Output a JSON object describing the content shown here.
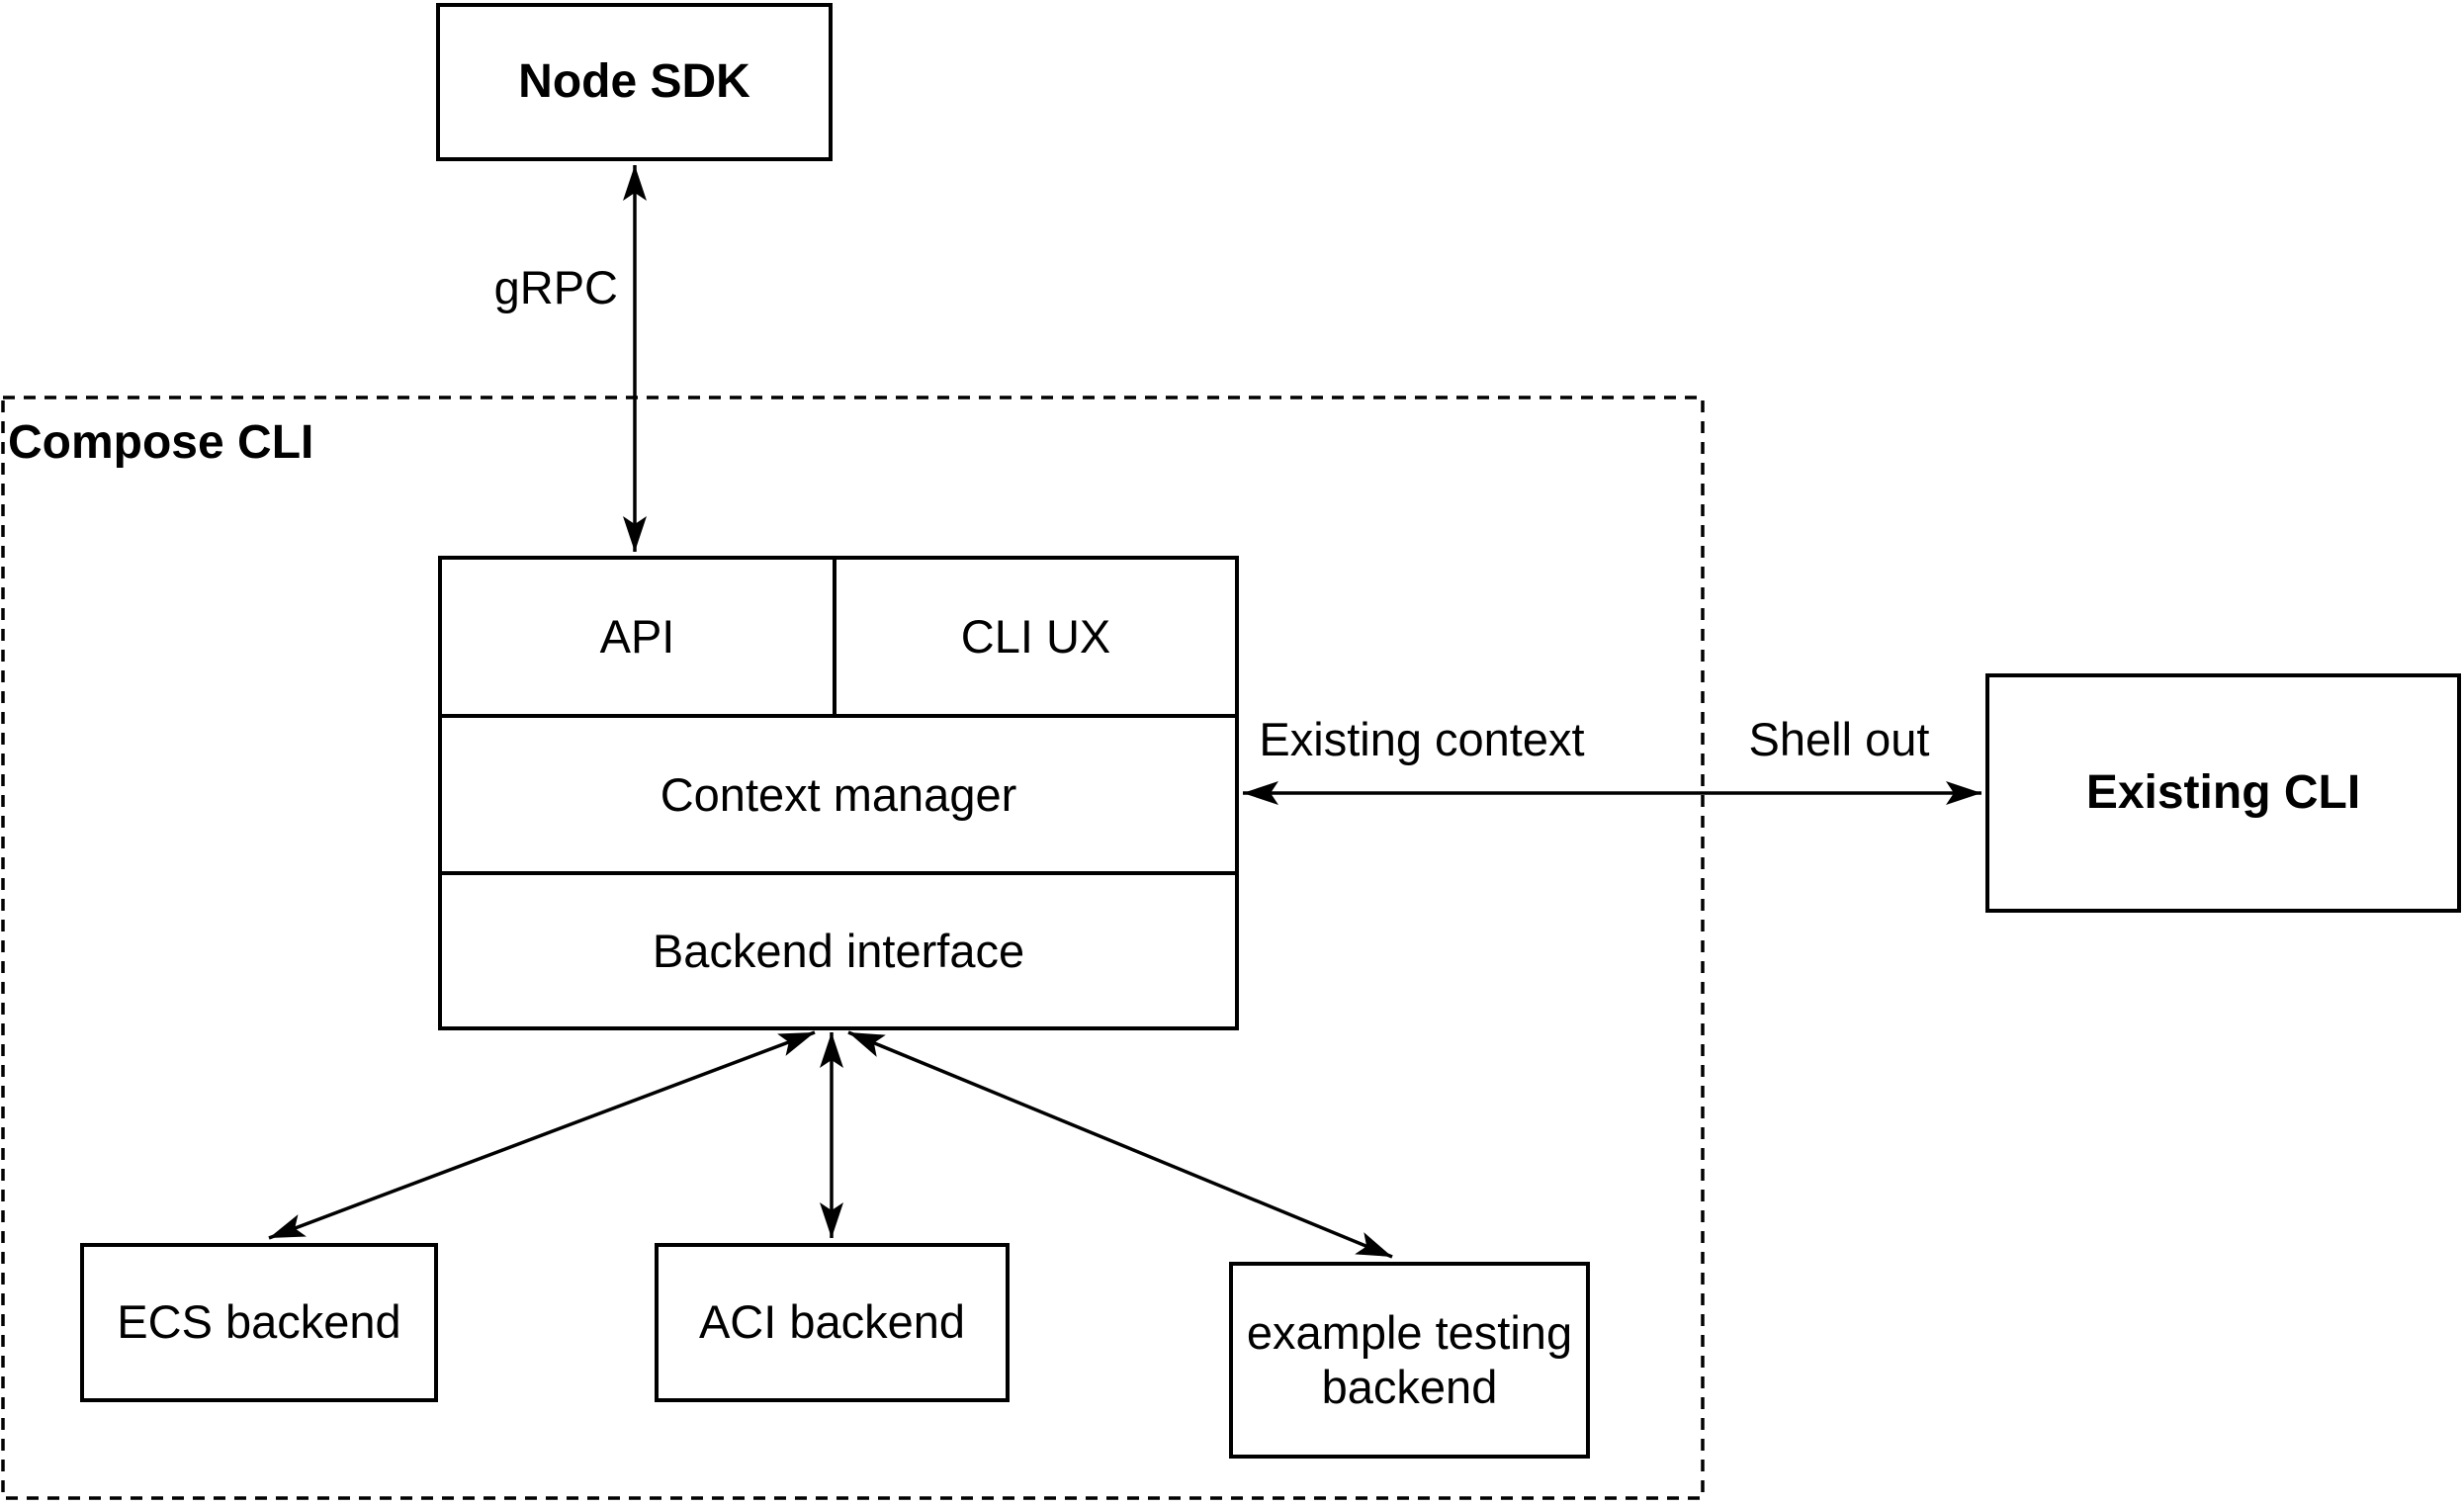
{
  "diagram": {
    "type": "architecture-diagram",
    "colors": {
      "stroke": "#000000",
      "background": "#ffffff",
      "text": "#000000"
    }
  },
  "nodes": {
    "node_sdk": {
      "label": "Node SDK"
    },
    "compose_cli_container": {
      "label": "Compose CLI"
    },
    "api": {
      "label": "API"
    },
    "cli_ux": {
      "label": "CLI UX"
    },
    "context_manager": {
      "label": "Context manager"
    },
    "backend_interface": {
      "label": "Backend interface"
    },
    "existing_cli": {
      "label": "Existing CLI"
    },
    "ecs_backend": {
      "label": "ECS backend"
    },
    "aci_backend": {
      "label": "ACI backend"
    },
    "example_testing_backend": {
      "label": "example testing backend",
      "label_line1": "example testing",
      "label_line2": "backend"
    }
  },
  "edges": {
    "grpc": {
      "label": "gRPC",
      "from": "Node SDK",
      "to": "API",
      "direction": "bidirectional"
    },
    "existing_context_shell_out": {
      "label_inside": "Existing context",
      "label_outside": "Shell out",
      "from": "Context manager",
      "to": "Existing CLI",
      "direction": "bidirectional"
    },
    "backend_to_ecs": {
      "from": "Backend interface",
      "to": "ECS backend",
      "direction": "bidirectional"
    },
    "backend_to_aci": {
      "from": "Backend interface",
      "to": "ACI backend",
      "direction": "bidirectional"
    },
    "backend_to_example": {
      "from": "Backend interface",
      "to": "example testing backend",
      "direction": "bidirectional"
    }
  }
}
